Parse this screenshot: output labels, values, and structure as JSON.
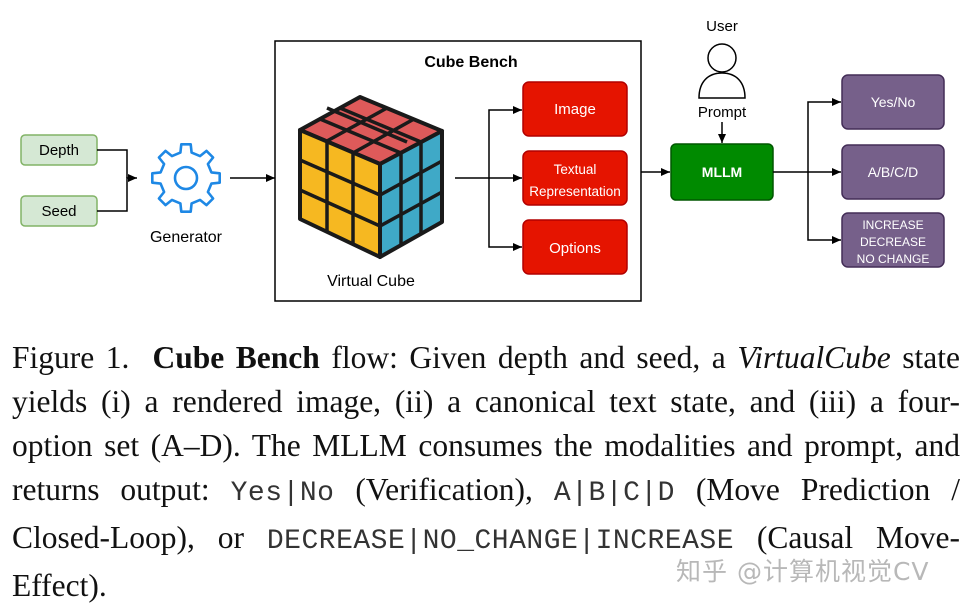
{
  "diagram": {
    "inputs": {
      "depth": "Depth",
      "seed": "Seed"
    },
    "generator_label": "Generator",
    "bench_title": "Cube Bench",
    "cube_label": "Virtual Cube",
    "modalities": {
      "image": "Image",
      "textual_line1": "Textual",
      "textual_line2": "Representation",
      "options": "Options"
    },
    "user_label": "User",
    "prompt_label": "Prompt",
    "mllm_label": "MLLM",
    "outputs": {
      "yes_no": "Yes/No",
      "abcd": "A/B/C/D",
      "increase": "INCREASE",
      "decrease": "DECREASE",
      "no_change": "NO CHANGE"
    },
    "colors": {
      "green_fill": "#d5e8d4",
      "green_stroke": "#82b366",
      "red": "#e51400",
      "mllm": "#008a00",
      "purple": "#76608a",
      "gear": "#1e88e5"
    }
  },
  "caption": {
    "fig_label": "Figure 1.",
    "title": "Cube Bench",
    "t1": " flow:  Given depth and seed, a ",
    "virtual_cube": "VirtualCube",
    "t2": " state yields (i) a rendered image, (ii) a canonical text state, and (iii) a four-option set (A–D). The MLLM consumes the modalities and prompt, and returns output: ",
    "yes_no": "Yes|No",
    "t3": " (Verification), ",
    "abcd": "A|B|C|D",
    "t4": " (Move Prediction / Closed-Loop), or ",
    "causal": "DECREASE|NO_CHANGE|INCREASE",
    "t5": " (Causal Move-Effect)."
  },
  "watermark": "知乎 @计算机视觉CV"
}
